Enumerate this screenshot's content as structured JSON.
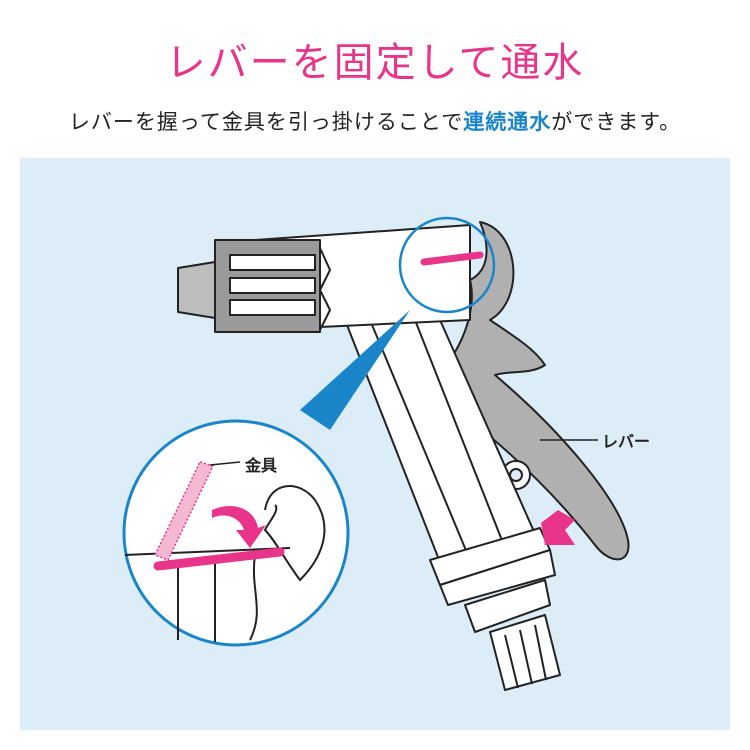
{
  "title": "レバーを固定して通水",
  "subtitle": {
    "before": "レバーを握って金具を引っ掛けることで",
    "highlight": "連続通水",
    "after": "ができます。"
  },
  "labels": {
    "lever": "レバー",
    "fitting": "金具"
  },
  "colors": {
    "accent_pink": "#e8358a",
    "accent_blue": "#1a86c9",
    "panel": "#dcedf8",
    "lever_gray": "#b0b0b0"
  }
}
